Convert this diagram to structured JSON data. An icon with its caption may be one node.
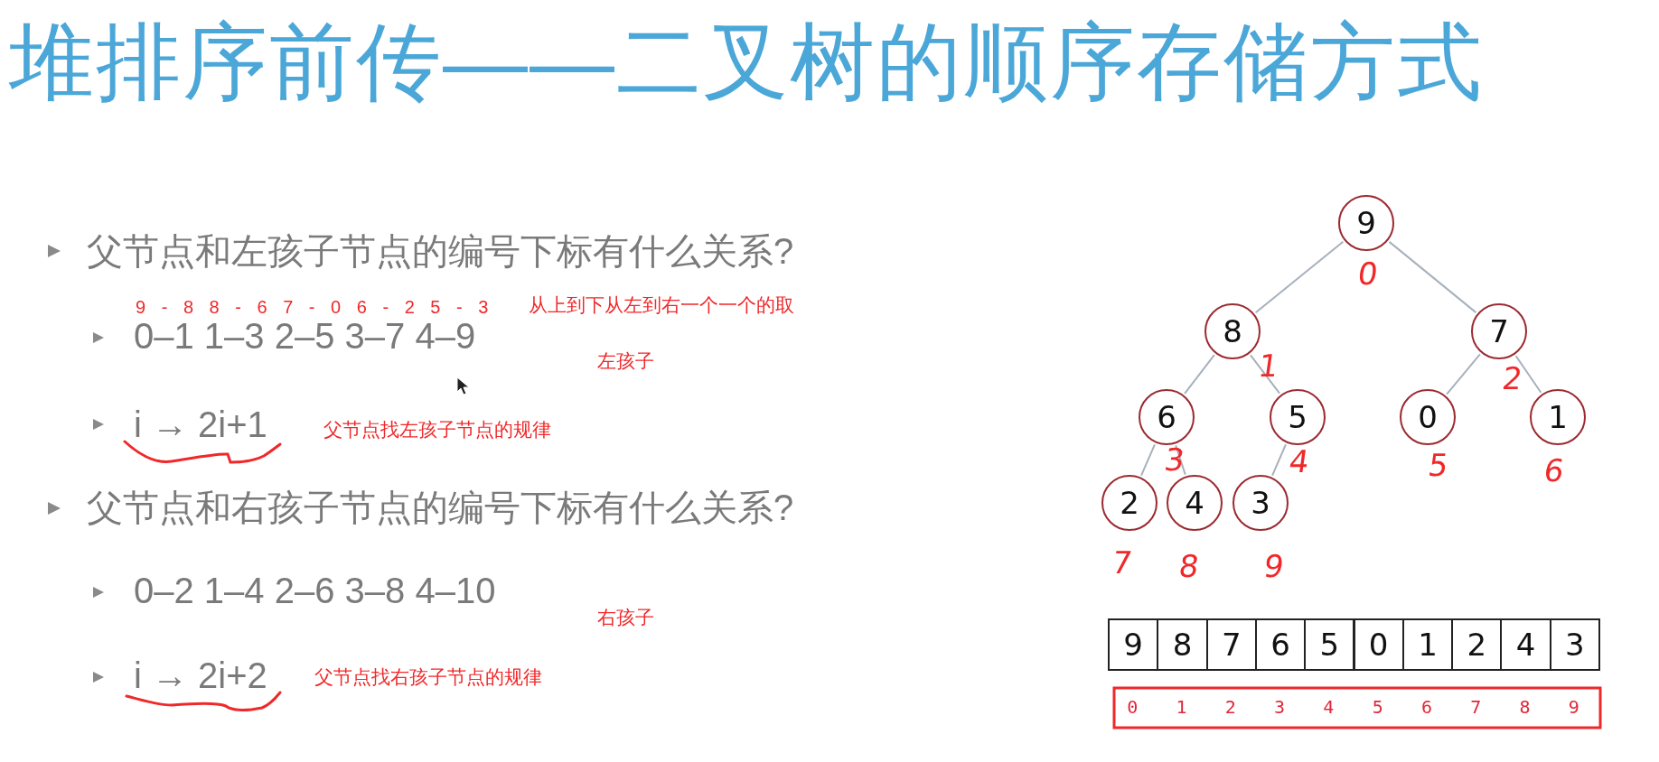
{
  "diagram": {
    "title": "堆排序前传——二叉树的顺序存储方式",
    "nodes": [
      {
        "text": [
          "9"
        ],
        "beside": [
          "0"
        ]
      },
      {
        "text": [
          "8"
        ],
        "beside": [
          "1"
        ]
      },
      {
        "text": [
          "7"
        ],
        "beside": [
          "2"
        ]
      },
      {
        "text": [
          "6"
        ],
        "beside": [
          "3"
        ]
      },
      {
        "text": [
          "5"
        ],
        "beside": [
          "4"
        ]
      },
      {
        "text": [
          "0"
        ],
        "beside": [
          "5"
        ]
      },
      {
        "text": [
          "1"
        ],
        "beside": [
          "6"
        ]
      },
      {
        "text": [
          "2"
        ],
        "beside": [
          "7"
        ]
      },
      {
        "text": [
          "4"
        ],
        "beside": [
          "8"
        ]
      },
      {
        "text": [
          "3"
        ],
        "beside": [
          "9"
        ]
      }
    ],
    "edges": [
      {
        "from": 0,
        "to": 1,
        "arrow": "none"
      },
      {
        "from": 0,
        "to": 2,
        "arrow": "none"
      },
      {
        "from": 1,
        "to": 3,
        "arrow": "none"
      },
      {
        "from": 1,
        "to": 4,
        "arrow": "none"
      },
      {
        "from": 2,
        "to": 5,
        "arrow": "none"
      },
      {
        "from": 2,
        "to": 6,
        "arrow": "none"
      },
      {
        "from": 3,
        "to": 7,
        "arrow": "none"
      },
      {
        "from": 3,
        "to": 8,
        "arrow": "none"
      },
      {
        "from": 4,
        "to": 9,
        "arrow": "none"
      }
    ],
    "labels": [
      "父节点和左孩子节点的编号下标有什么关系?",
      "9 - 8 8 - 6 7 - 0 6 - 2 5 - 3",
      "从上到下从左到右一个一个的取",
      "0–1 1–3 2–5 3–7 4–9",
      "左孩子",
      "i → 2i+1",
      "父节点找左孩子节点的规律",
      "父节点和右孩子节点的编号下标有什么关系?",
      "0–2 1–4 2–6 3–8 4–10",
      "右孩子",
      "i → 2i+2",
      "父节点找右孩子节点的规律",
      "9",
      "8",
      "7",
      "6",
      "5",
      "0",
      "1",
      "2",
      "4",
      "3",
      "0",
      "1",
      "2",
      "3",
      "4",
      "5",
      "6",
      "7",
      "8",
      "9"
    ]
  }
}
